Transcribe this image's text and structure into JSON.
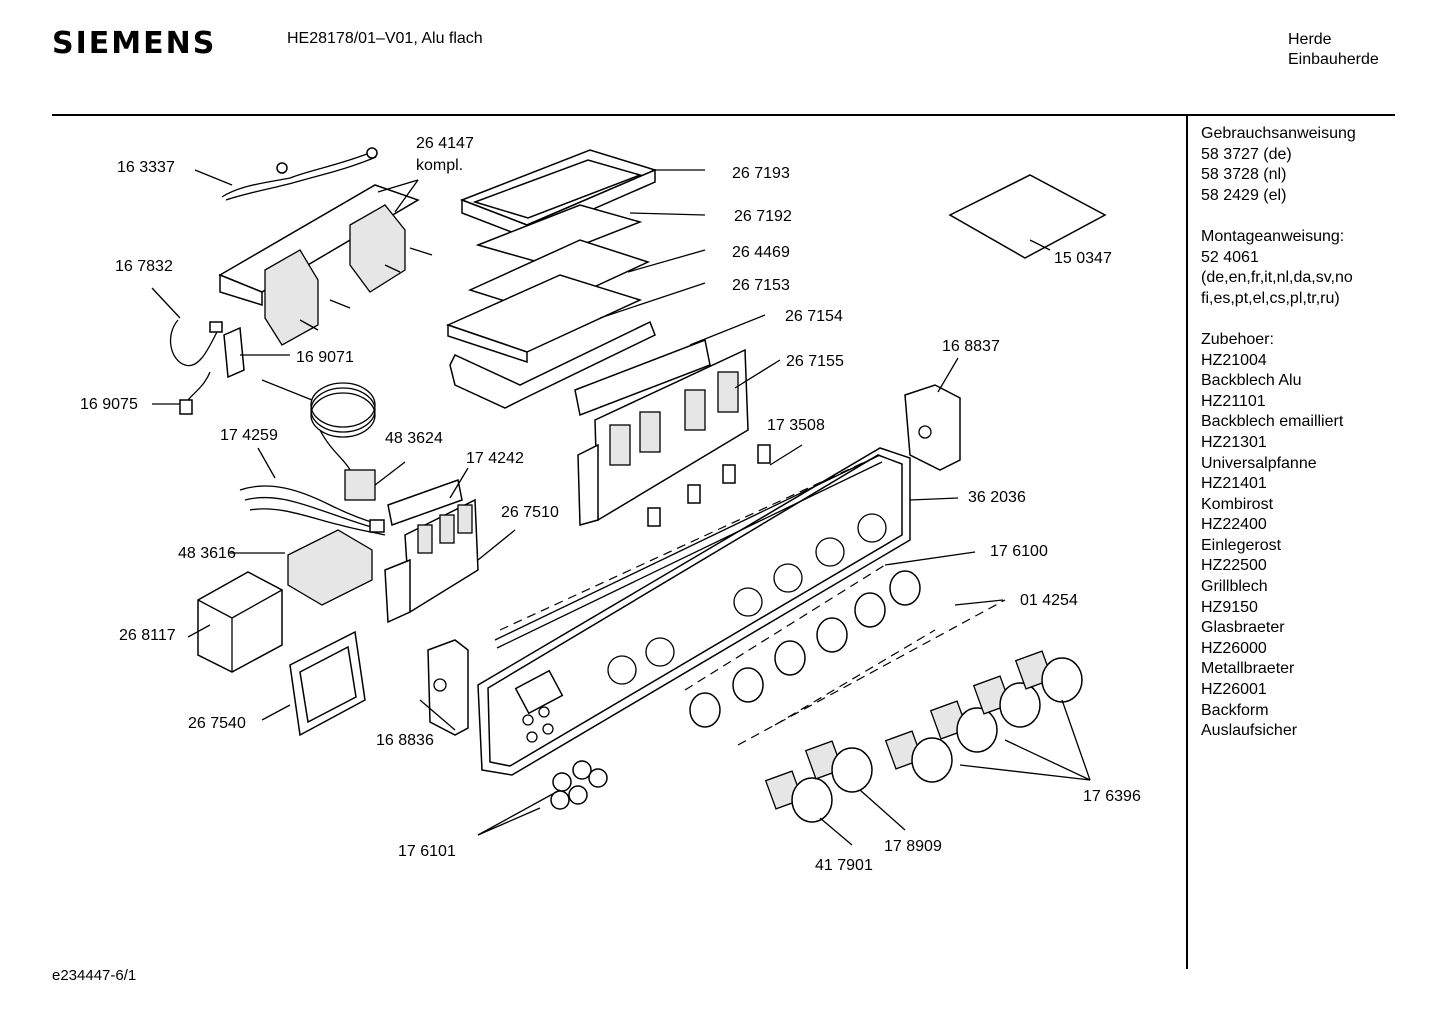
{
  "header": {
    "brand": "SIEMENS",
    "model": "HE28178/01–V01, Alu flach",
    "category_1": "Herde",
    "category_2": "Einbauherde"
  },
  "sidebar": {
    "blocks": [
      [
        "Gebrauchsanweisung",
        "58 3727 (de)",
        "58 3728 (nl)",
        "58 2429 (el)"
      ],
      [
        "Montageanweisung:",
        "52 4061",
        "(de,en,fr,it,nl,da,sv,no",
        "fi,es,pt,el,cs,pl,tr,ru)"
      ],
      [
        "Zubehoer:",
        "HZ21004",
        "Backblech Alu",
        "HZ21101",
        "Backblech emailliert",
        "HZ21301",
        "Universalpfanne",
        "HZ21401",
        "Kombirost",
        "HZ22400",
        "Einlegerost",
        "HZ22500",
        "Grillblech",
        "HZ9150",
        "Glasbraeter",
        "HZ26000",
        "Metallbraeter",
        "HZ26001",
        "Backform",
        "Auslaufsicher"
      ]
    ]
  },
  "parts": [
    "16 3337",
    "26 4147",
    "kompl.",
    "26 7193",
    "26 7192",
    "26 4469",
    "26 7153",
    "26 7154",
    "26 7155",
    "16 7832",
    "16 9071",
    "16 9075",
    "17 4259",
    "48 3624",
    "17 4242",
    "26 7510",
    "48 3616",
    "26 8117",
    "26 7540",
    "17 3508",
    "16 8837",
    "36 2036",
    "17 6100",
    "01 4254",
    "15 0347",
    "16 8836",
    "17 6396",
    "17 6101",
    "17 8909",
    "41 7901"
  ],
  "footer": {
    "drawing_id": "e234447-6/1"
  }
}
